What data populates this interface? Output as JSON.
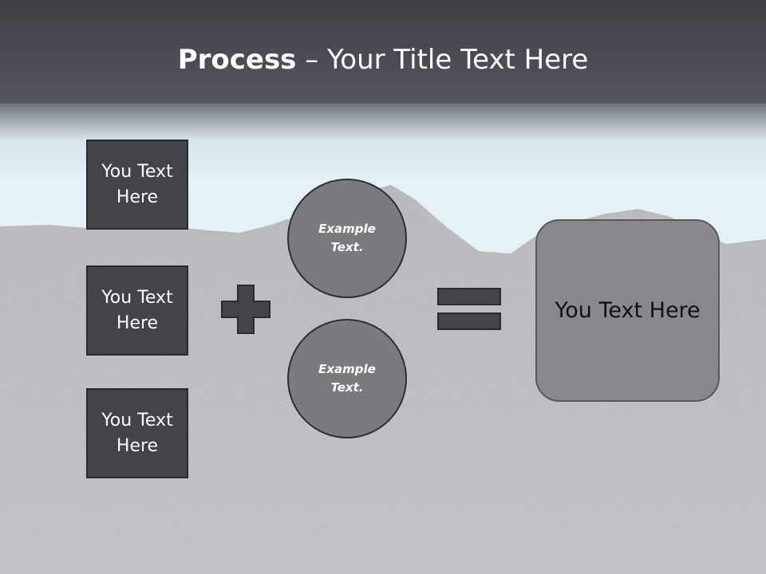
{
  "title": {
    "bold": "Process",
    "rest": " – Your Title Text Here"
  },
  "left_boxes": [
    {
      "label": "You Text Here"
    },
    {
      "label": "You Text Here"
    },
    {
      "label": "You Text Here"
    }
  ],
  "circles": [
    {
      "label": "Example Text."
    },
    {
      "label": "Example Text."
    }
  ],
  "result": {
    "label": "You Text Here"
  },
  "colors": {
    "title_bar": "#4a4850",
    "box_fill": "#444349",
    "circle_fill": "#7b7b7f",
    "result_fill": "#88888c",
    "symbol_fill": "#444349",
    "sky": "#e6f1f6",
    "ground": "#c5c5c9"
  }
}
